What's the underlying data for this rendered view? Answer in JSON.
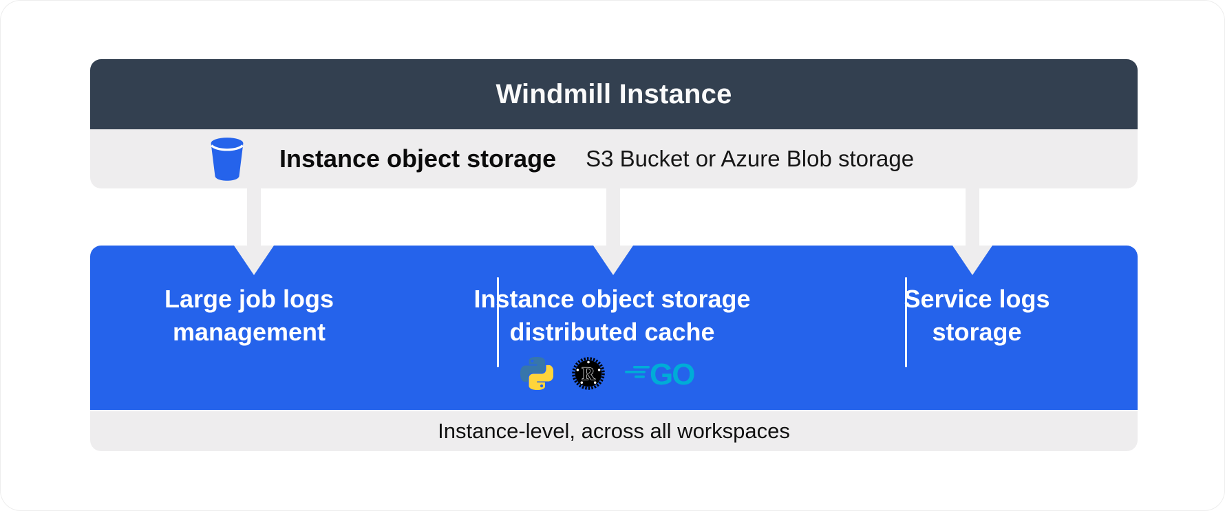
{
  "header": {
    "title": "Windmill Instance"
  },
  "storage_bar": {
    "icon": "bucket-icon",
    "title": "Instance object storage",
    "subtitle": "S3 Bucket or Azure Blob storage"
  },
  "arrows": [
    "arrow-down-icon",
    "arrow-down-icon",
    "arrow-down-icon"
  ],
  "blue_panel": {
    "columns": [
      {
        "line1": "Large job logs",
        "line2": "management"
      },
      {
        "line1": "Instance object storage",
        "line2": "distributed cache",
        "icons": [
          "python-icon",
          "rust-icon",
          "go-icon"
        ]
      },
      {
        "line1": "Service logs",
        "line2": "storage"
      }
    ]
  },
  "footer": {
    "label": "Instance-level, across all workspaces"
  },
  "colors": {
    "header_bg": "#334050",
    "panel_blue": "#2563eb",
    "bar_gray": "#eeedee",
    "bucket_blue": "#2563eb",
    "python_blue": "#3776ab",
    "python_yellow": "#ffd43b",
    "rust_black": "#000000",
    "go_cyan": "#00acd7"
  }
}
